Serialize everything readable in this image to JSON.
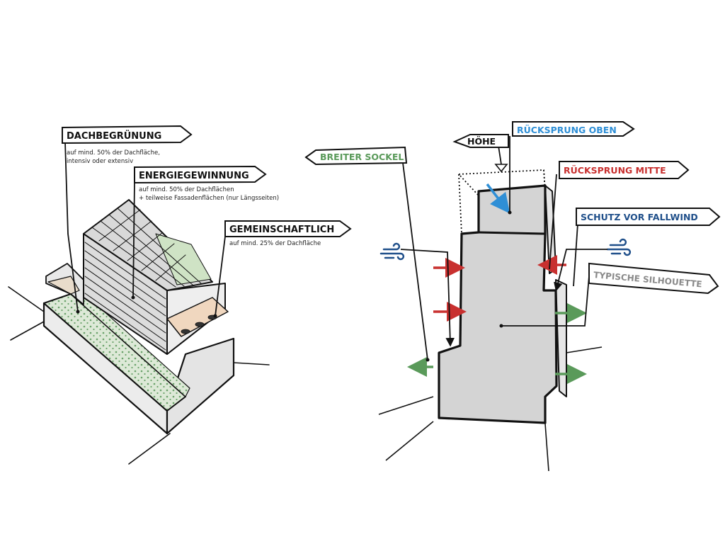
{
  "left_diagram": {
    "labels": {
      "dachbegruenung": {
        "title": "DACHBEGRÜNUNG",
        "line1": "auf mind. 50% der Dachfläche,",
        "line2": "intensiv oder extensiv"
      },
      "energiegewinnung": {
        "title": "ENERGIEGEWINNUNG",
        "line1": "auf mind. 50% der Dachflächen",
        "line2": "+ teilweise Fassadenflächen (nur Längsseiten)"
      },
      "gemeinschaftlich": {
        "title": "GEMEINSCHAFTLICH",
        "line1": "auf mind. 25% der Dachfläche"
      }
    }
  },
  "right_diagram": {
    "labels": {
      "hoehe": "HÖHE",
      "ruecksprung_oben": "RÜCKSPRUNG OBEN",
      "breiter_sockel": "BREITER SOCKEL",
      "ruecksprung_mitte": "RÜCKSPRUNG MITTE",
      "schutz_vor_fallwind": "SCHUTZ VOR FALLWIND",
      "typische_silhouette": "TYPISCHE SILHOUETTE"
    },
    "colors": {
      "blue": "#2f8fd6",
      "navy": "#1f4f8a",
      "red": "#c8302f",
      "green": "#5a9a5a",
      "grey_text": "#8a8a8a",
      "building_fill": "#d4d4d4"
    }
  }
}
